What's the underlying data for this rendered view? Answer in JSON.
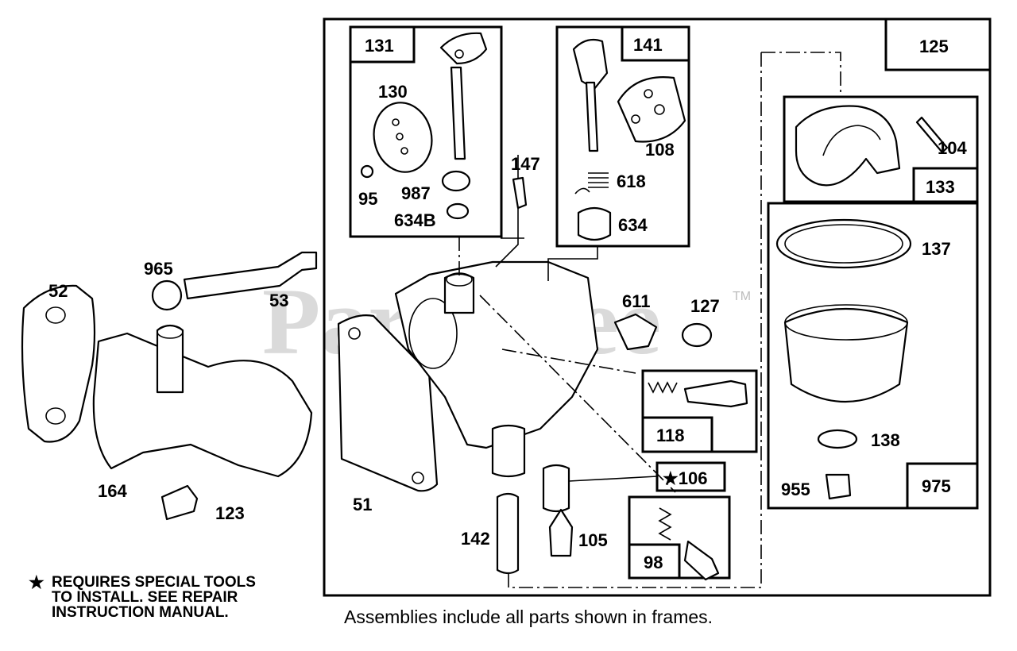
{
  "watermark": {
    "text": "PartsTree",
    "tm": "TM"
  },
  "frames": {
    "main": "125",
    "top_left": "131",
    "top_mid": "141",
    "bowl_top": "133",
    "bowl_bottom": "975",
    "screw_118": "118",
    "seat_106": "★106",
    "screw_98": "98"
  },
  "labels": {
    "p130": "130",
    "p95": "95",
    "p987": "987",
    "p634b": "634B",
    "p147": "147",
    "p108": "108",
    "p618": "618",
    "p634": "634",
    "p104": "104",
    "p137": "137",
    "p138": "138",
    "p955": "955",
    "p965": "965",
    "p52": "52",
    "p53": "53",
    "p611": "611",
    "p127": "127",
    "p51": "51",
    "p164": "164",
    "p123": "123",
    "p142": "142",
    "p105": "105"
  },
  "notes": {
    "special_star": "★",
    "special_text": "REQUIRES SPECIAL TOOLS\nTO INSTALL.  SEE REPAIR\nINSTRUCTION MANUAL.",
    "assemblies": "Assemblies include all parts shown in frames."
  }
}
